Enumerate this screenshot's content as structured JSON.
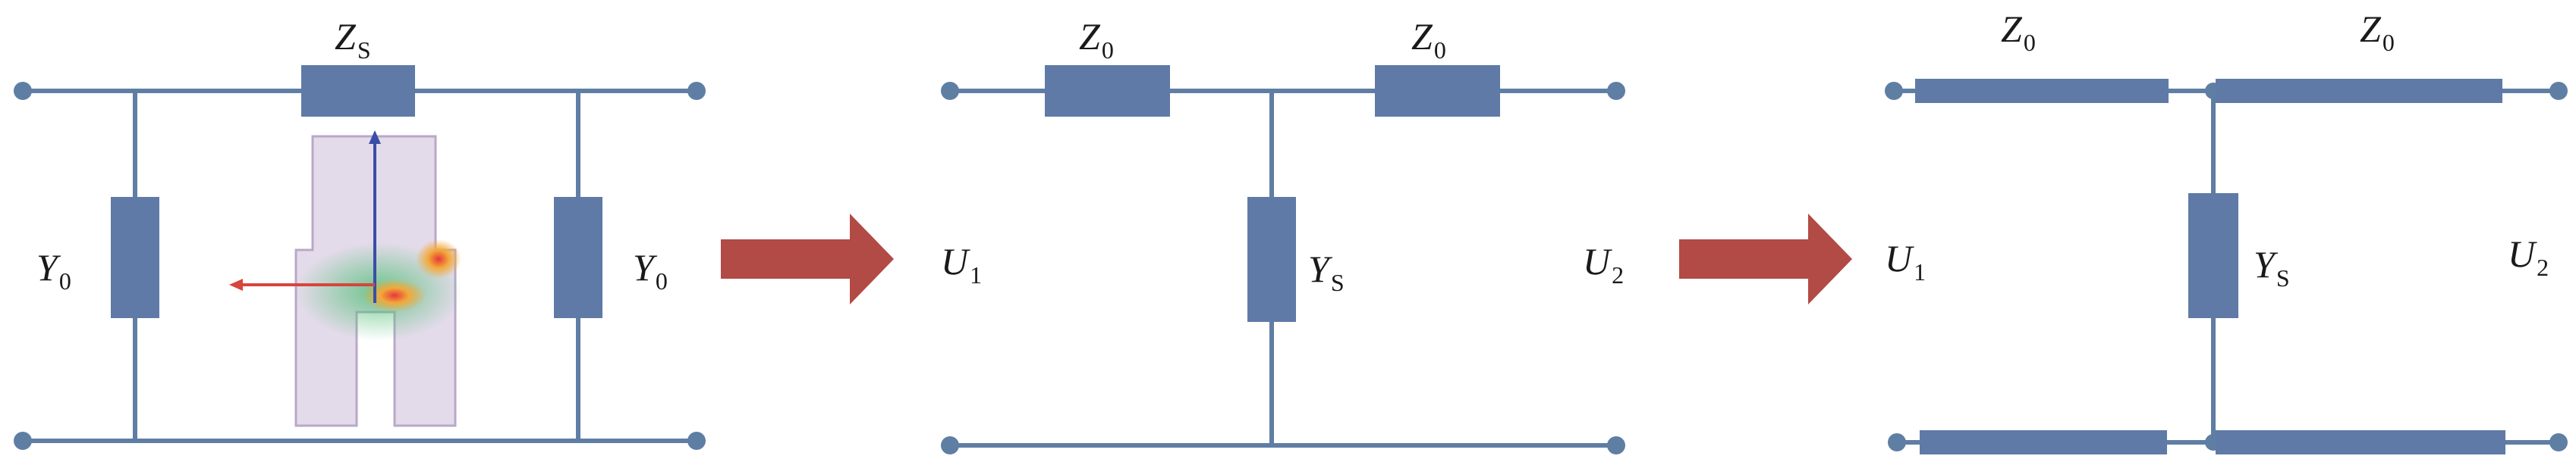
{
  "circuits": [
    {
      "id": "pi-network",
      "labels": [
        {
          "id": "zs-top",
          "main": "Z",
          "sub": "S"
        },
        {
          "id": "y0-left",
          "main": "Y",
          "sub": "0"
        },
        {
          "id": "y0-right",
          "main": "Y",
          "sub": "0"
        }
      ]
    },
    {
      "id": "t-network-lumped",
      "labels": [
        {
          "id": "z0-left",
          "main": "Z",
          "sub": "0"
        },
        {
          "id": "z0-right",
          "main": "Z",
          "sub": "0"
        },
        {
          "id": "u1",
          "main": "U",
          "sub": "1"
        },
        {
          "id": "ys",
          "main": "Y",
          "sub": "S"
        },
        {
          "id": "u2",
          "main": "U",
          "sub": "2"
        }
      ]
    },
    {
      "id": "t-network-transmission-line",
      "labels": [
        {
          "id": "z0-left",
          "main": "Z",
          "sub": "0"
        },
        {
          "id": "z0-right",
          "main": "Z",
          "sub": "0"
        },
        {
          "id": "u1",
          "main": "U",
          "sub": "1"
        },
        {
          "id": "ys",
          "main": "Y",
          "sub": "S"
        },
        {
          "id": "u2",
          "main": "U",
          "sub": "2"
        }
      ]
    }
  ],
  "colors": {
    "wire": "#5f7ea4",
    "component": "#5f7aa6",
    "arrow": "#b24a45",
    "inset_shape": "#e4dbea",
    "inset_border": "#b9a8c8"
  },
  "arrow_count": 2
}
